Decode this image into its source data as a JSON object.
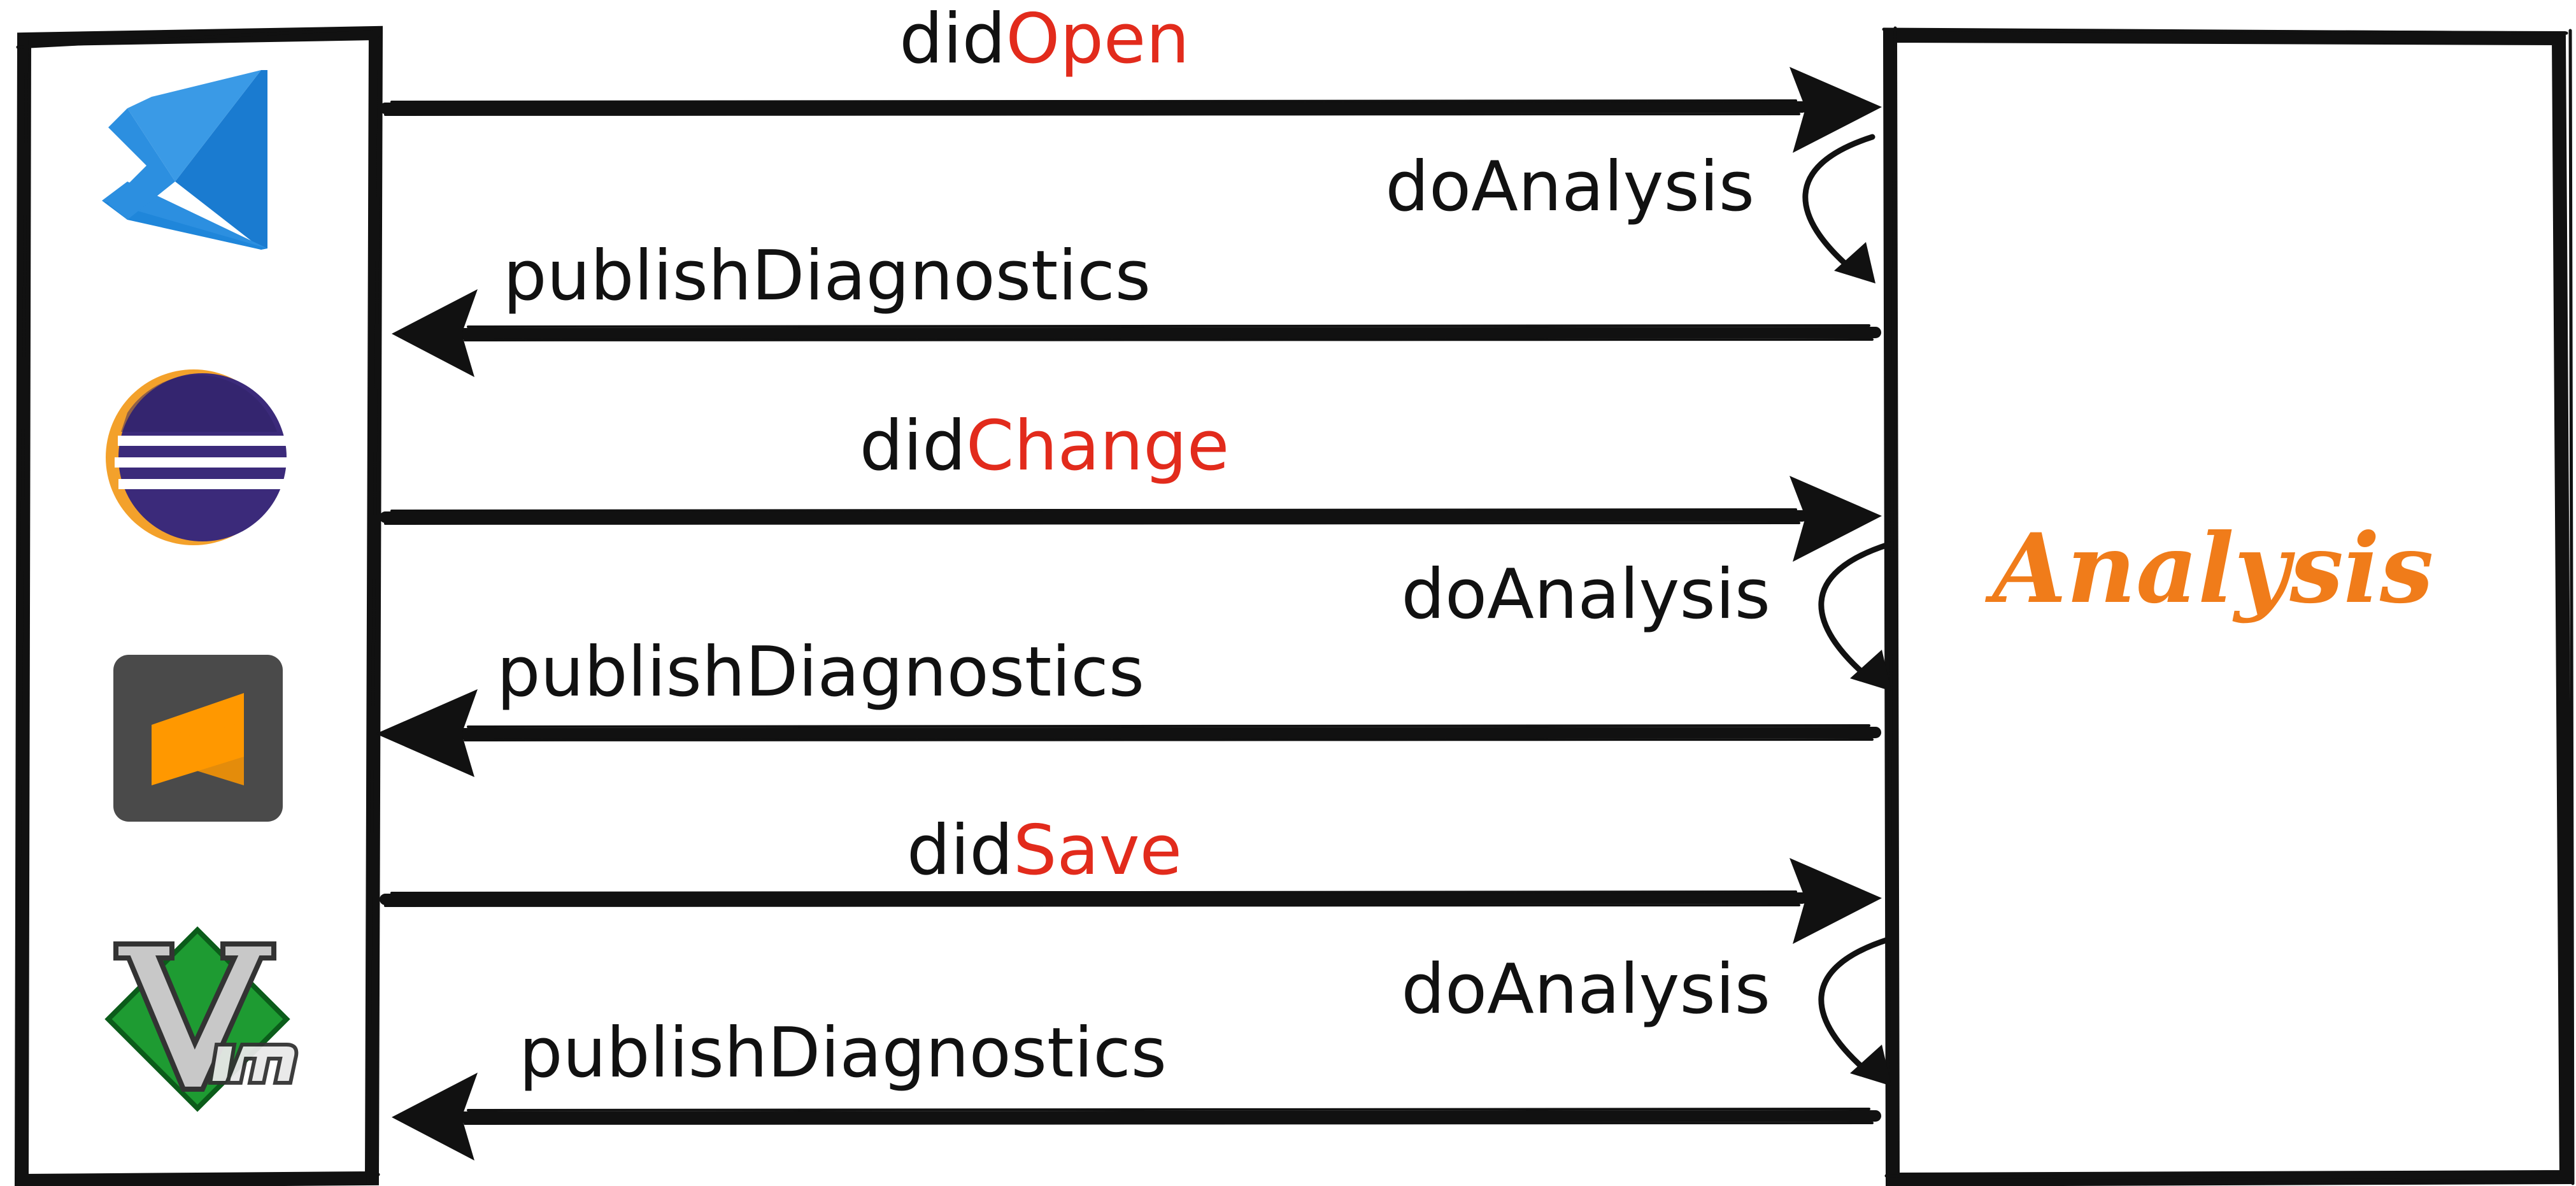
{
  "colors": {
    "ink": "#111111",
    "method_accent": "#e22b1c",
    "analysis_title": "#f07c1a",
    "vscode_blue": "#2c8fe0",
    "eclipse_purple": "#3b2a7a",
    "eclipse_orange": "#f3a12b",
    "sublime_bg": "#4a4a4a",
    "sublime_orange": "#ff9800",
    "vim_green": "#1e9b32"
  },
  "editors": [
    {
      "name": "vscode-logo-icon"
    },
    {
      "name": "eclipse-logo-icon"
    },
    {
      "name": "sublime-text-logo-icon"
    },
    {
      "name": "vim-logo-icon"
    }
  ],
  "server": {
    "title": "Analysis"
  },
  "exchanges": [
    {
      "request_prefix": "did",
      "request_method": "Open",
      "analysis_label": "doAnalysis",
      "response_label": "publishDiagnostics"
    },
    {
      "request_prefix": "did",
      "request_method": "Change",
      "analysis_label": "doAnalysis",
      "response_label": "publishDiagnostics"
    },
    {
      "request_prefix": "did",
      "request_method": "Save",
      "analysis_label": "doAnalysis",
      "response_label": "publishDiagnostics"
    }
  ]
}
